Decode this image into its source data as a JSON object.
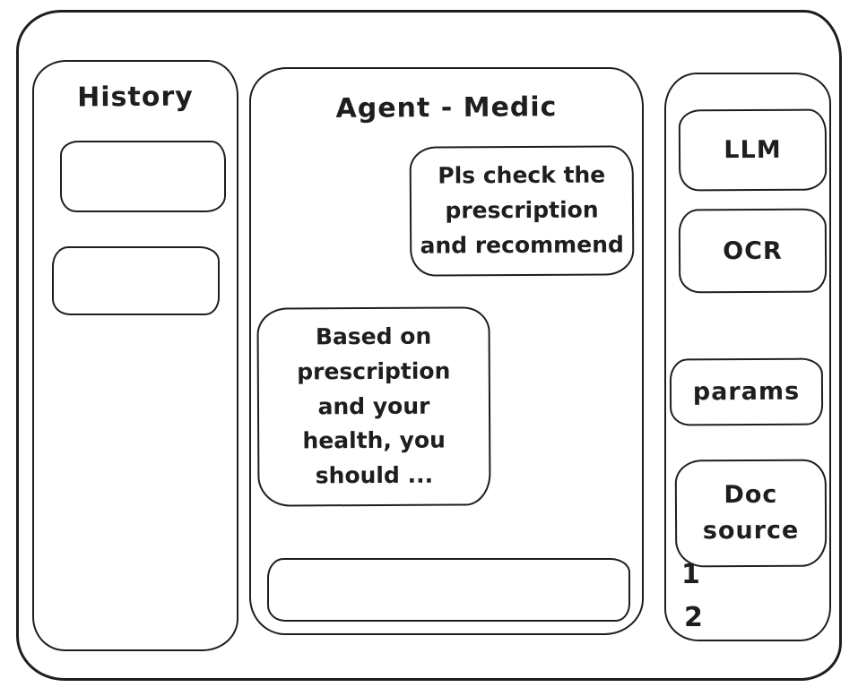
{
  "colors": {
    "stroke": "#1e1e1e",
    "background": "#ffffff"
  },
  "history": {
    "title": "History",
    "items": [
      {
        "label": ""
      },
      {
        "label": ""
      }
    ]
  },
  "chat": {
    "title": "Agent - Medic",
    "messages": [
      {
        "role": "user",
        "text": "Pls check the\nprescription\nand recommend"
      },
      {
        "role": "agent",
        "text": "Based on\nprescription\nand your\nhealth, you\nshould ..."
      }
    ],
    "input": {
      "value": "",
      "placeholder": ""
    }
  },
  "tools": {
    "buttons": [
      {
        "label": "LLM"
      },
      {
        "label": "OCR"
      },
      {
        "label": "params"
      },
      {
        "label": "Doc\nsource"
      }
    ],
    "doc_items": [
      "1",
      "2"
    ]
  }
}
